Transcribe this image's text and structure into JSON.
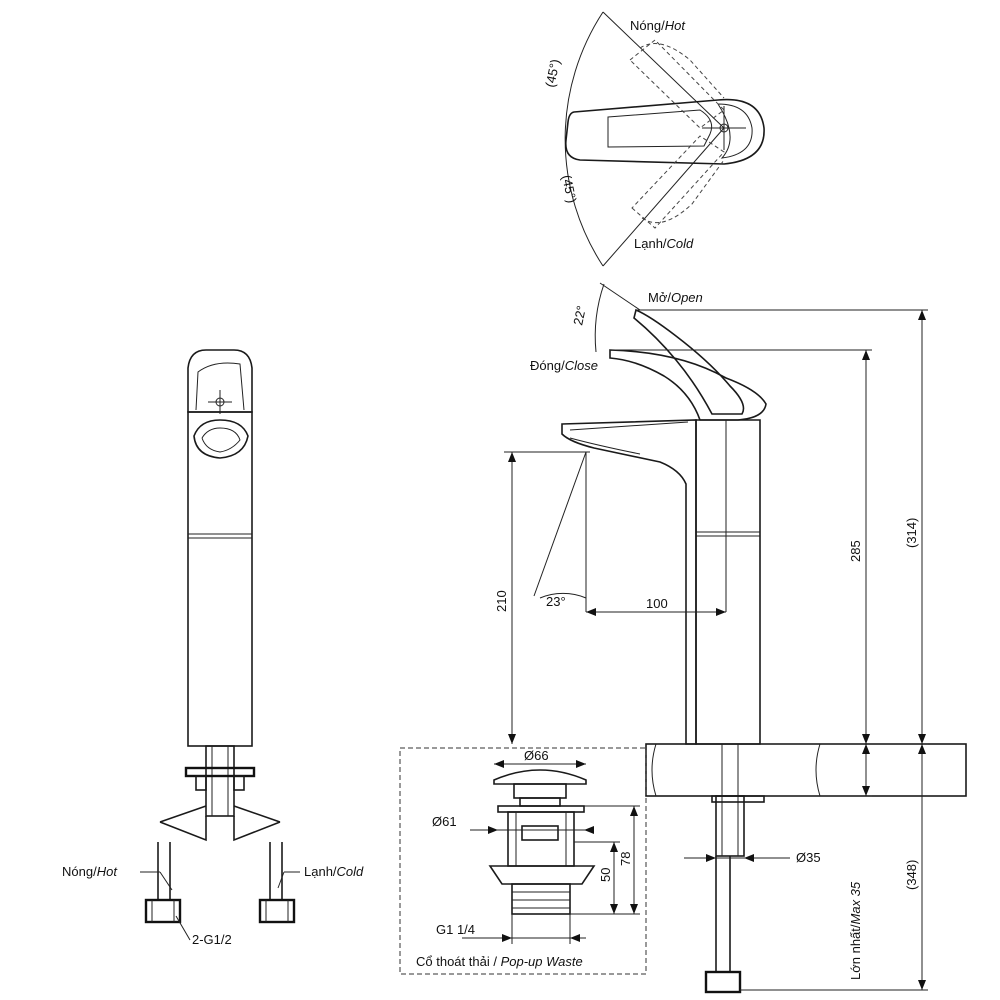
{
  "top_view": {
    "hot_label": "Nóng/",
    "hot_label_en": "Hot",
    "cold_label": "Lạnh/",
    "cold_label_en": "Cold",
    "angle_upper": "(45°)",
    "angle_lower": "(45°)"
  },
  "side_view": {
    "open_label": "Mở/",
    "open_label_en": "Open",
    "close_label": "Đóng/",
    "close_label_en": "Close",
    "angle_lever": "22°",
    "angle_spout": "23°",
    "dim_spout_height": "210",
    "dim_reach": "100",
    "dim_body_height": "285",
    "dim_total_height": "(314)",
    "dim_hose_length": "(348)",
    "dim_shank": "Ø35",
    "max_label": "Lớn nhất/",
    "max_label_en": "Max 35"
  },
  "front_view": {
    "hot_label": "Nóng/",
    "hot_label_en": "Hot",
    "cold_label": "Lạnh/",
    "cold_label_en": "Cold",
    "thread_label": "2-G1/2"
  },
  "waste": {
    "dim_cap": "Ø66",
    "dim_flange": "Ø61",
    "dim_thread": "G1 1/4",
    "dim_50": "50",
    "dim_78": "78",
    "caption": "Cổ thoát thải / ",
    "caption_en": "Pop-up Waste"
  }
}
